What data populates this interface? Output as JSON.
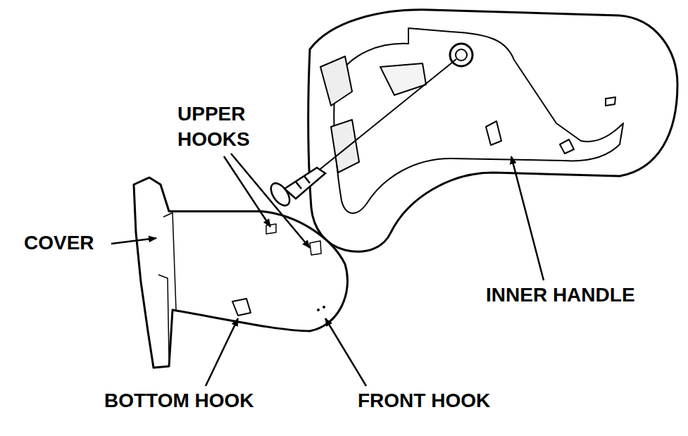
{
  "diagram": {
    "labels": [
      "UPPER HOOKS",
      "COVER",
      "BOTTOM HOOK",
      "FRONT HOOK",
      "INNER HANDLE"
    ]
  }
}
